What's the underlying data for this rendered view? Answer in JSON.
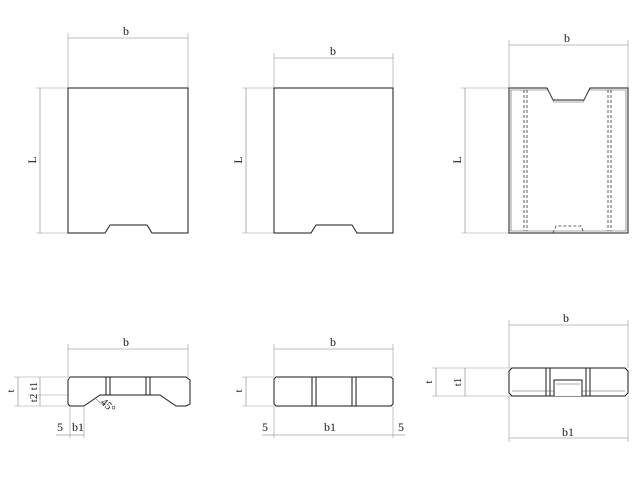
{
  "views": {
    "top_left": {
      "width_label": "b",
      "length_label": "L"
    },
    "top_middle": {
      "width_label": "b",
      "length_label": "L"
    },
    "top_right": {
      "width_label": "b",
      "length_label": "L"
    },
    "section_left": {
      "width_label": "b",
      "thickness_label": "t",
      "t1_label": "t1",
      "t2_label": "t2",
      "margin_label": "5",
      "b1_label": "b1",
      "angle_label": "45°"
    },
    "section_middle": {
      "width_label": "b",
      "thickness_label": "t",
      "margin_left_label": "5",
      "b1_label": "b1",
      "margin_right_label": "5"
    },
    "section_right": {
      "width_label": "b",
      "thickness_label": "t",
      "t1_label": "t1",
      "b1_label": "b1"
    }
  },
  "colors": {
    "line": "#1a1a1a",
    "dimension": "#808080"
  }
}
